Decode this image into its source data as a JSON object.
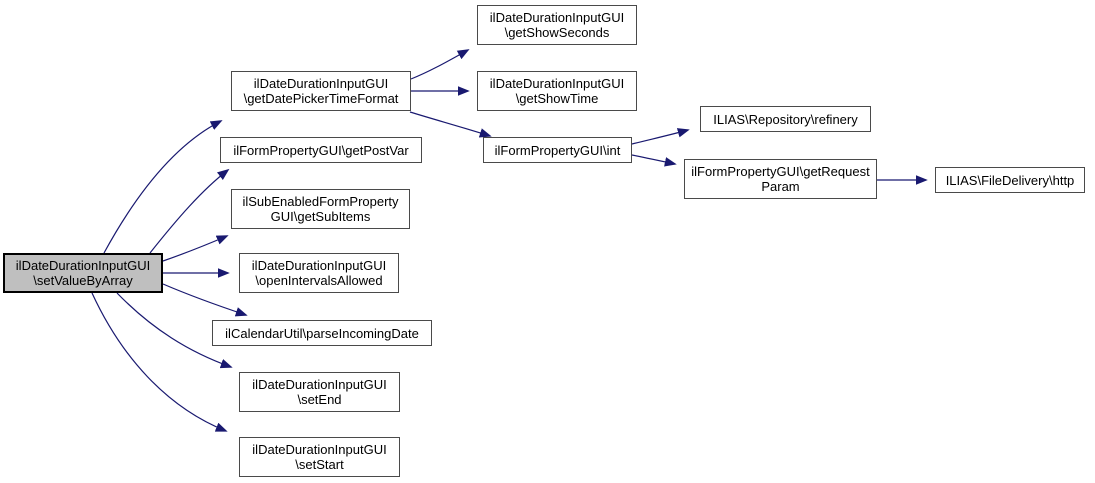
{
  "diagram": {
    "type": "call-graph",
    "colors": {
      "edge": "#191970",
      "root-fill": "#bfbfbf",
      "node-fill": "#ffffff",
      "border": "#4a4a4a",
      "root-border": "#000000",
      "text": "#000000"
    },
    "nodes": [
      {
        "id": "setValueByArray",
        "label": "ilDateDurationInputGUI\\setValueByArray",
        "line1": "ilDateDurationInputGUI",
        "line2": "\\setValueByArray",
        "root": true
      },
      {
        "id": "getDatePickerTimeFormat",
        "label": "ilDateDurationInputGUI\\getDatePickerTimeFormat",
        "line1": "ilDateDurationInputGUI",
        "line2": "\\getDatePickerTimeFormat"
      },
      {
        "id": "getShowSeconds",
        "label": "ilDateDurationInputGUI\\getShowSeconds",
        "line1": "ilDateDurationInputGUI",
        "line2": "\\getShowSeconds"
      },
      {
        "id": "getShowTime",
        "label": "ilDateDurationInputGUI\\getShowTime",
        "line1": "ilDateDurationInputGUI",
        "line2": "\\getShowTime"
      },
      {
        "id": "int",
        "label": "ilFormPropertyGUI\\int",
        "line1": "ilFormPropertyGUI\\int"
      },
      {
        "id": "refinery",
        "label": "ILIAS\\Repository\\refinery",
        "line1": "ILIAS\\Repository\\refinery"
      },
      {
        "id": "getRequestParam",
        "label": "ilFormPropertyGUI\\getRequestParam",
        "line1": "ilFormPropertyGUI\\getRequest",
        "line2": "Param"
      },
      {
        "id": "http",
        "label": "ILIAS\\FileDelivery\\http",
        "line1": "ILIAS\\FileDelivery\\http"
      },
      {
        "id": "getPostVar",
        "label": "ilFormPropertyGUI\\getPostVar",
        "line1": "ilFormPropertyGUI\\getPostVar"
      },
      {
        "id": "getSubItems",
        "label": "ilSubEnabledFormPropertyGUI\\getSubItems",
        "line1": "ilSubEnabledFormProperty",
        "line2": "GUI\\getSubItems"
      },
      {
        "id": "openIntervalsAllowed",
        "label": "ilDateDurationInputGUI\\openIntervalsAllowed",
        "line1": "ilDateDurationInputGUI",
        "line2": "\\openIntervalsAllowed"
      },
      {
        "id": "parseIncomingDate",
        "label": "ilCalendarUtil\\parseIncomingDate",
        "line1": "ilCalendarUtil\\parseIncomingDate"
      },
      {
        "id": "setEnd",
        "label": "ilDateDurationInputGUI\\setEnd",
        "line1": "ilDateDurationInputGUI",
        "line2": "\\setEnd"
      },
      {
        "id": "setStart",
        "label": "ilDateDurationInputGUI\\setStart",
        "line1": "ilDateDurationInputGUI",
        "line2": "\\setStart"
      }
    ],
    "edges": [
      {
        "from": "setValueByArray",
        "to": "getDatePickerTimeFormat"
      },
      {
        "from": "setValueByArray",
        "to": "getPostVar"
      },
      {
        "from": "setValueByArray",
        "to": "getSubItems"
      },
      {
        "from": "setValueByArray",
        "to": "openIntervalsAllowed"
      },
      {
        "from": "setValueByArray",
        "to": "parseIncomingDate"
      },
      {
        "from": "setValueByArray",
        "to": "setEnd"
      },
      {
        "from": "setValueByArray",
        "to": "setStart"
      },
      {
        "from": "getDatePickerTimeFormat",
        "to": "getShowSeconds"
      },
      {
        "from": "getDatePickerTimeFormat",
        "to": "getShowTime"
      },
      {
        "from": "getDatePickerTimeFormat",
        "to": "int"
      },
      {
        "from": "int",
        "to": "refinery"
      },
      {
        "from": "int",
        "to": "getRequestParam"
      },
      {
        "from": "getRequestParam",
        "to": "http"
      }
    ]
  }
}
